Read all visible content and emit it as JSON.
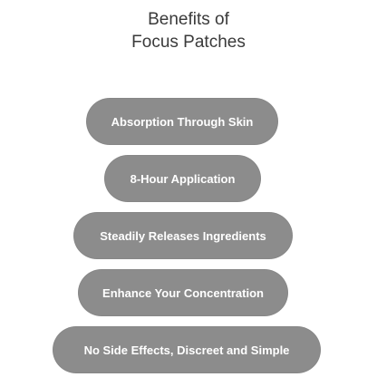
{
  "title": {
    "line1": "Benefits of",
    "line2": "Focus Patches"
  },
  "benefits": [
    {
      "label": "Absorption Through Skin"
    },
    {
      "label": "8-Hour Application"
    },
    {
      "label": "Steadily Releases Ingredients"
    },
    {
      "label": "Enhance Your Concentration"
    },
    {
      "label": "No Side Effects, Discreet and Simple"
    }
  ],
  "colors": {
    "pill_background": "#8c8c8c",
    "pill_text": "#ffffff",
    "title_text": "#3a3a3a",
    "page_background": "#ffffff"
  }
}
